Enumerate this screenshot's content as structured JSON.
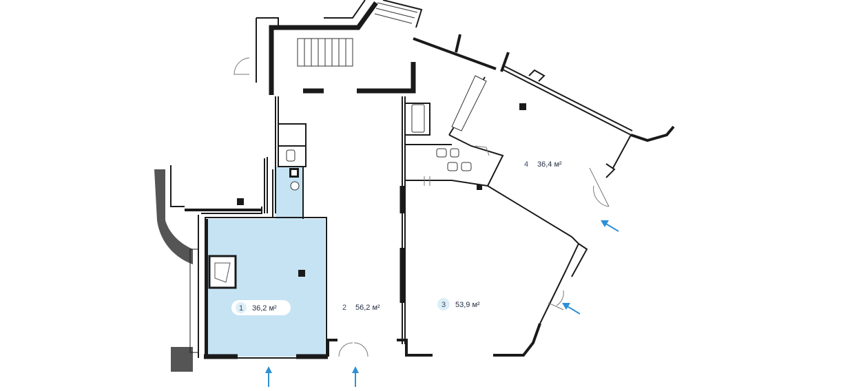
{
  "units": [
    {
      "id": "1",
      "number": "1",
      "area": "36,2 м²",
      "highlighted": true
    },
    {
      "id": "2",
      "number": "2",
      "area": "56,2 м²",
      "highlighted": false
    },
    {
      "id": "3",
      "number": "3",
      "area": "53,9 м²",
      "highlighted": false
    },
    {
      "id": "4",
      "number": "4",
      "area": "36,4 м²",
      "highlighted": false
    }
  ],
  "colors": {
    "highlight_fill": "#c6e3f3",
    "badge_fill": "#ddeef8",
    "arrow": "#2f8fd6",
    "wall": "#1a1a1a"
  },
  "icons": [
    "entrance-arrow-icon",
    "column-icon",
    "stair-icon",
    "toilet-icon",
    "sink-icon"
  ]
}
